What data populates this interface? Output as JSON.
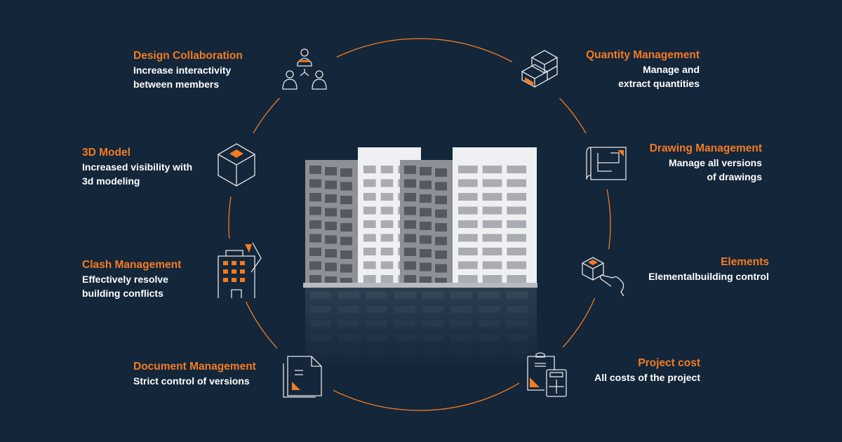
{
  "colors": {
    "background": "#13263a",
    "accent": "#f47b20",
    "line": "#e6e6e6"
  },
  "features": [
    {
      "title": "Design Collaboration",
      "desc1": "Increase interactivity",
      "desc2": "between members",
      "icon": "team-icon"
    },
    {
      "title": "3D Model",
      "desc1": "Increased visibility with",
      "desc2": "3d modeling",
      "icon": "cube-icon"
    },
    {
      "title": "Clash Management",
      "desc1": "Effectively resolve",
      "desc2": "building conflicts",
      "icon": "building-clash-icon"
    },
    {
      "title": "Document Management",
      "desc1": "Strict control of versions",
      "desc2": "",
      "icon": "document-icon"
    },
    {
      "title": "Quantity Management",
      "desc1": "Manage and",
      "desc2": "extract quantities",
      "icon": "blocks-icon"
    },
    {
      "title": "Drawing Management",
      "desc1": "Manage all versions",
      "desc2": "of drawings",
      "icon": "blueprint-icon"
    },
    {
      "title": "Elements",
      "desc1": "Elementalbuilding control",
      "desc2": "",
      "icon": "cube-hand-icon"
    },
    {
      "title": "Project cost",
      "desc1": "All costs of the project",
      "desc2": "",
      "icon": "calculator-icon"
    }
  ]
}
